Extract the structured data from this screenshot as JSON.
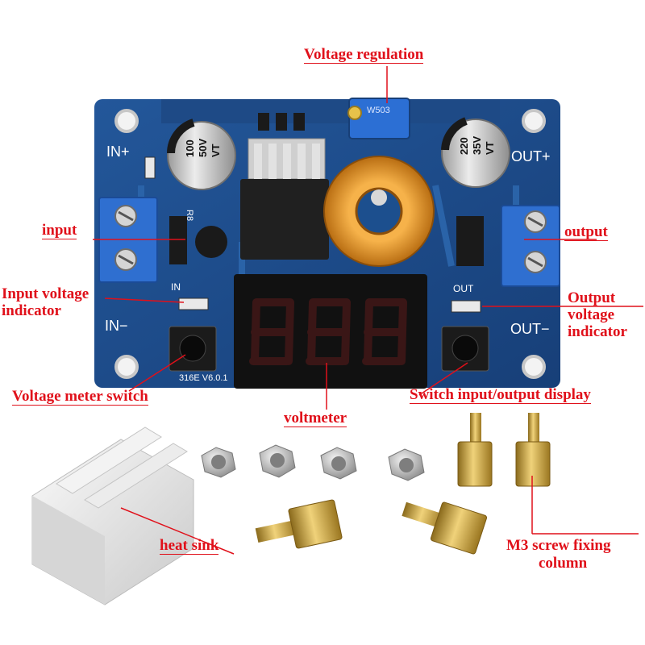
{
  "board": {
    "in_plus": "IN+",
    "in_minus": "IN−",
    "out_plus": "OUT+",
    "out_minus": "OUT−",
    "in_small": "IN",
    "out_small": "OUT",
    "version": "316E  V6.0.1",
    "r8": "R8",
    "pot_text": "W503",
    "cap_left": [
      "100",
      "50V",
      "VT"
    ],
    "cap_right": [
      "220",
      "35V",
      "VT"
    ]
  },
  "labels": {
    "voltage_regulation": "Voltage regulation",
    "input": "input",
    "output": "output",
    "input_voltage_indicator_1": "Input voltage",
    "input_voltage_indicator_2": "indicator",
    "output_voltage_indicator_1": "Output",
    "output_voltage_indicator_2": "voltage",
    "output_voltage_indicator_3": "indicator",
    "voltage_meter_switch": "Voltage meter switch",
    "switch_display": "Switch input/output display",
    "voltmeter": "voltmeter",
    "heat_sink": "heat sink",
    "m3_column_1": "M3 screw fixing",
    "m3_column_2": "column"
  },
  "colors": {
    "label_red": "#e0101a",
    "pcb_blue": "#1c4f8e",
    "terminal_blue": "#2f6fd0",
    "brass": "#c9a23a"
  }
}
